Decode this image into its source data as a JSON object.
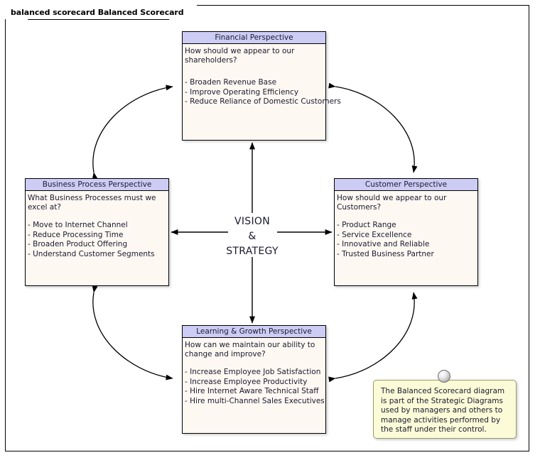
{
  "window": {
    "tab_title": "balanced scorecard Balanced Scorecard"
  },
  "diagram": {
    "center_label": {
      "line1": "VISION",
      "line2": "&",
      "line3": "STRATEGY"
    },
    "colors": {
      "header_fill": "#ccccf5",
      "body_fill": "#fdf8f2",
      "note_fill": "#fbfbd8",
      "note_border": "#999966",
      "line": "#000000"
    },
    "perspectives": [
      {
        "id": "financial",
        "title": "Financial Perspective",
        "question": "How should we appear to our shareholders?",
        "items": [
          "- Broaden Revenue Base",
          "- Improve Operating Efficiency",
          "- Reduce Reliance of Domestic Customers"
        ]
      },
      {
        "id": "business-process",
        "title": "Business Process Perspective",
        "question": "What Business Processes must we excel at?",
        "items": [
          "- Move to Internet Channel",
          "- Reduce Processing Time",
          "- Broaden Product Offering",
          "- Understand Customer Segments"
        ]
      },
      {
        "id": "customer",
        "title": "Customer Perspective",
        "question": "How should we appear to our Customers?",
        "items": [
          "- Product Range",
          "- Service Excellence",
          "- Innovative and Reliable",
          "- Trusted Business Partner"
        ]
      },
      {
        "id": "learning-growth",
        "title": "Learning & Growth Perspective",
        "question": "How can we maintain our ability to change and improve?",
        "items": [
          "- Increase Employee Job Satisfaction",
          "- Increase Employee Productivity",
          "- Hire Internet Aware Technical Staff",
          "- Hire multi-Channel Sales Executives"
        ]
      }
    ],
    "note": {
      "text": "The Balanced Scorecard diagram is part of the Strategic Diagrams used by managers and others to manage activities performed by the staff under their control."
    }
  }
}
